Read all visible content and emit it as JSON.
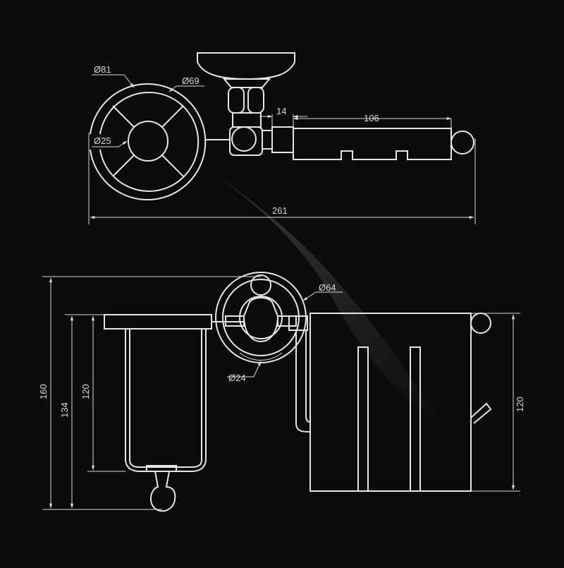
{
  "colors": {
    "background": "#0b0b0b",
    "line": "#e6e6e6",
    "glare": "#ffffff"
  },
  "top_view": {
    "dim_outer_ring": "Ø81",
    "dim_inner_ring": "Ø69",
    "dim_hub": "Ø25",
    "dim_mount": "14",
    "dim_arm": "106",
    "dim_total_width": "261"
  },
  "front_view": {
    "dim_rosette": "Ø64",
    "dim_pin": "Ø24",
    "dim_total_height": "160",
    "dim_cup_height": "134",
    "dim_holder_height": "120",
    "dim_paper_height": "120"
  }
}
